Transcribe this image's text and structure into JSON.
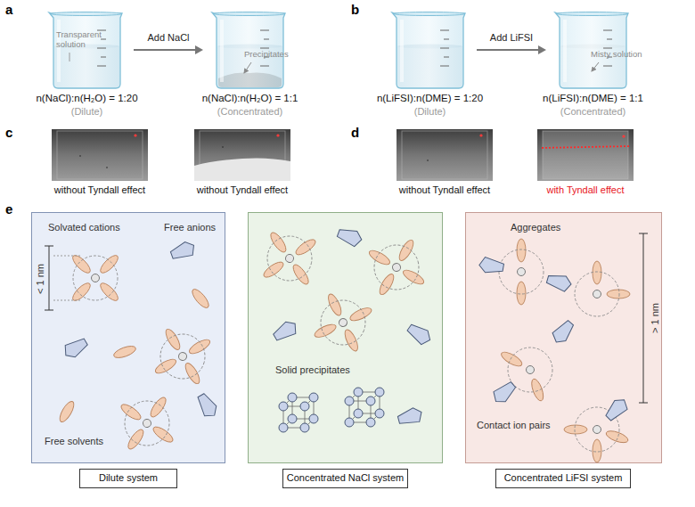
{
  "diagram": {
    "nodes": [
      {
        "text": [
          "Transparent solution",
          "n(NaCl):n(H₂O) = 1:20",
          "(Dilute)"
        ]
      },
      {
        "text": [
          "Precipitates",
          "n(NaCl):n(H₂O) = 1:1",
          "(Concentrated)"
        ]
      },
      {
        "text": [
          "n(LiFSI):n(DME) = 1:20",
          "(Dilute)"
        ]
      },
      {
        "text": [
          "Misty solution",
          "n(LiFSI):n(DME) = 1:1",
          "(Concentrated)"
        ]
      },
      {
        "text": [
          "without Tyndall effect"
        ]
      },
      {
        "text": [
          "without Tyndall effect"
        ]
      },
      {
        "text": [
          "without Tyndall effect"
        ]
      },
      {
        "text": [
          "with Tyndall effect"
        ]
      },
      {
        "text": [
          "Solvated cations",
          "Free anions",
          "< 1 nm",
          "Free solvents"
        ]
      },
      {
        "text": [
          "Dilute system"
        ]
      },
      {
        "text": [
          "Solid precipitates"
        ]
      },
      {
        "text": [
          "Concentrated NaCl system"
        ]
      },
      {
        "text": [
          "Aggregates",
          "> 1 nm",
          "Contact ion pairs"
        ]
      },
      {
        "text": [
          "Concentrated LiFSI system"
        ]
      }
    ],
    "edges": [
      {
        "from": 0,
        "to": 1,
        "label": "Add NaCl",
        "arrow": "to"
      },
      {
        "from": 2,
        "to": 3,
        "label": "Add LiFSI",
        "arrow": "to"
      }
    ],
    "labels": [
      "a",
      "b",
      "c",
      "d",
      "e"
    ]
  }
}
